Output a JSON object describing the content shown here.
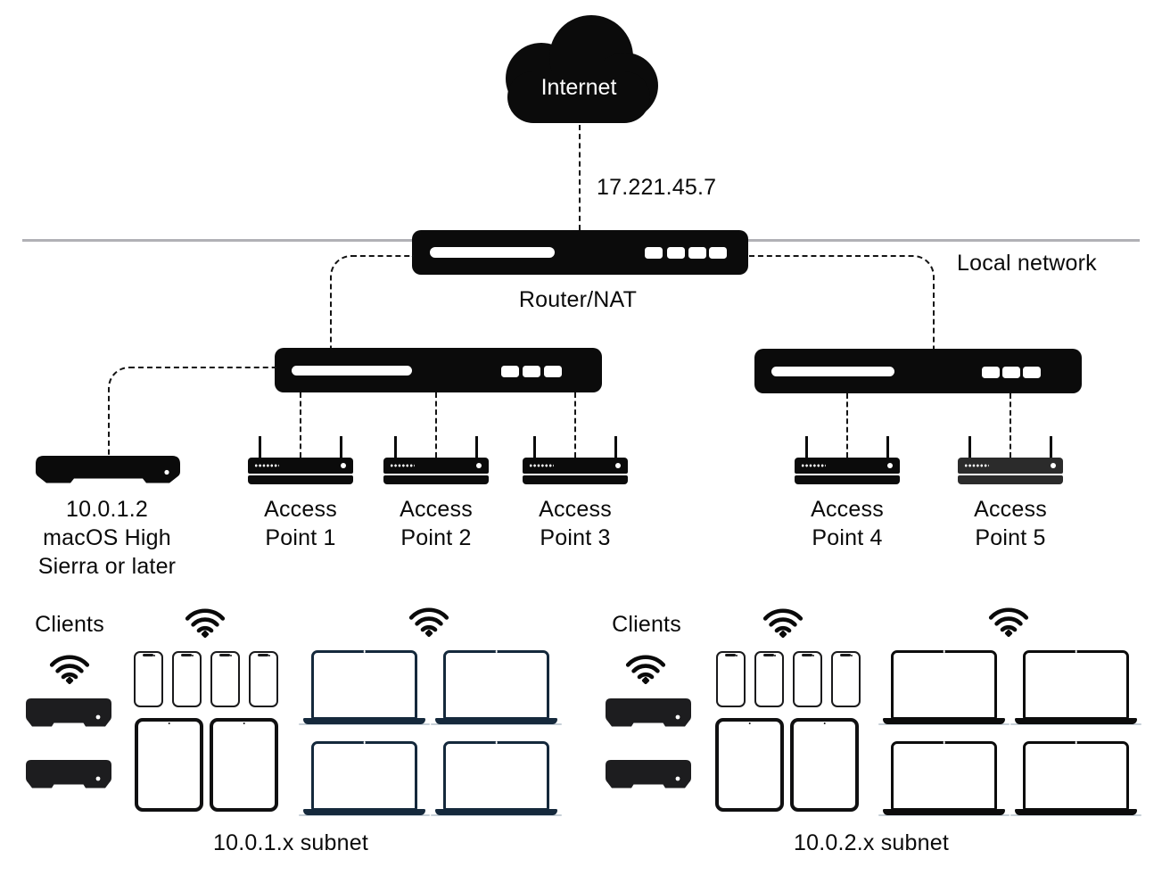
{
  "internet": {
    "label": "Internet"
  },
  "wan_ip": "17.221.45.7",
  "local_network_label": "Local network",
  "router": {
    "label": "Router/NAT"
  },
  "server": {
    "label": "10.0.1.2\nmacOS High\nSierra or later"
  },
  "access_points": [
    {
      "label": "Access\nPoint 1"
    },
    {
      "label": "Access\nPoint 2"
    },
    {
      "label": "Access\nPoint 3"
    },
    {
      "label": "Access\nPoint 4"
    },
    {
      "label": "Access\nPoint 5"
    }
  ],
  "subnets": [
    {
      "clients_label": "Clients",
      "subnet_label": "10.0.1.x subnet"
    },
    {
      "clients_label": "Clients",
      "subnet_label": "10.0.2.x subnet"
    }
  ],
  "icons": {
    "internet": "cloud-icon",
    "wireless": "wifi-icon",
    "router": "router-device",
    "switch": "network-switch-device",
    "access_point": "access-point-device",
    "server": "mac-server-device",
    "set_top_box": "set-top-box-device",
    "phone": "iphone-device",
    "tablet": "ipad-device",
    "laptop": "macbook-device"
  },
  "colors": {
    "device_black": "#0b0b0b",
    "set_top_box_black": "#1d1d1f",
    "laptop_dark_navy": "#15293c",
    "laptop_black": "#0c0c0c",
    "access_point_5_gray": "#2b2b2b",
    "local_network_line_gray": "#b1b1b6",
    "dashed_line_black": "#141414",
    "background": "#ffffff"
  }
}
